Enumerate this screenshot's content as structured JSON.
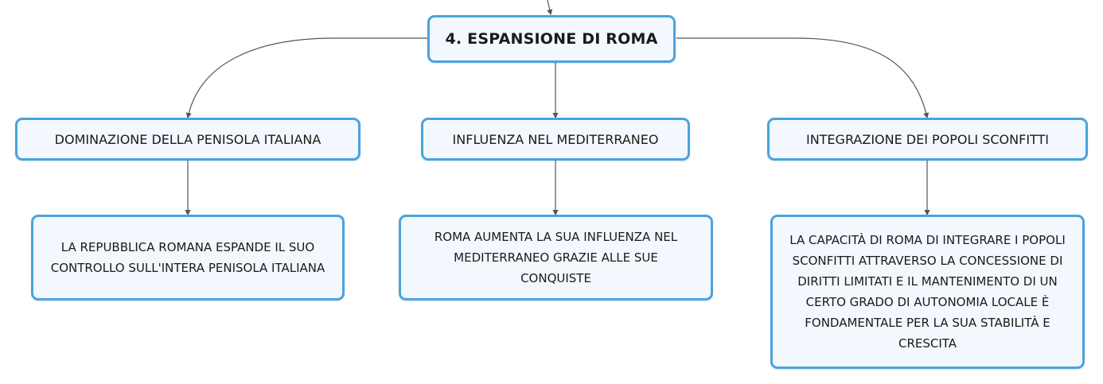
{
  "root": {
    "label": "4. ESPANSIONE DI ROMA"
  },
  "branches": [
    {
      "label": "DOMINAZIONE DELLA PENISOLA ITALIANA",
      "detail": "LA REPUBBLICA ROMANA ESPANDE IL SUO CONTROLLO SULL'INTERA PENISOLA ITALIANA"
    },
    {
      "label": "INFLUENZA NEL MEDITERRANEO",
      "detail": "ROMA AUMENTA LA SUA INFLUENZA NEL MEDITERRANEO GRAZIE ALLE SUE CONQUISTE"
    },
    {
      "label": "INTEGRAZIONE DEI POPOLI SCONFITTI",
      "detail": "LA CAPACITÀ DI ROMA DI INTEGRARE I POPOLI SCONFITTI ATTRAVERSO LA CONCESSIONE DI DIRITTI LIMITATI E IL MANTENIMENTO DI UN CERTO GRADO DI AUTONOMIA LOCALE È FONDAMENTALE PER LA SUA STABILITÀ E CRESCITA"
    }
  ],
  "colors": {
    "border": "#4aa3df",
    "fill": "#f2f8fd",
    "line": "#555555"
  }
}
